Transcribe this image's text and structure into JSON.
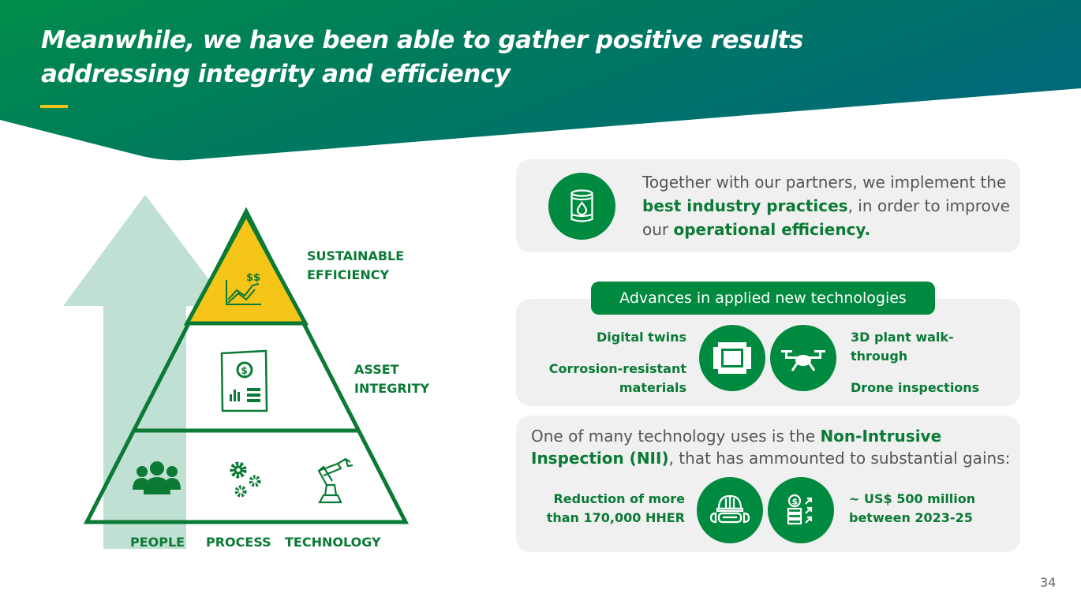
{
  "header": {
    "title": "Meanwhile, we have been able to gather positive results addressing integrity and efficiency"
  },
  "colors": {
    "brand_green": "#008a3f",
    "text_green": "#0a7a35",
    "teal": "#006e78",
    "accent_yellow": "#f5c518",
    "arrow_mint": "#bfe0d2",
    "card_gray": "#f0f0f0"
  },
  "pyramid": {
    "levels": [
      {
        "label_line1": "SUSTAINABLE",
        "label_line2": "EFFICIENCY",
        "icon": "growth-chart-dollar-icon"
      },
      {
        "label_line1": "ASSET",
        "label_line2": "INTEGRITY",
        "icon": "financial-report-icon"
      }
    ],
    "base": [
      {
        "label": "PEOPLE",
        "icon": "people-group-icon"
      },
      {
        "label": "PROCESS",
        "icon": "gears-icon"
      },
      {
        "label": "TECHNOLOGY",
        "icon": "robotic-arm-icon"
      }
    ]
  },
  "partners_card": {
    "icon": "oil-barrel-icon",
    "text_1": "Together with our partners, we implement the ",
    "highlight_1": "best industry practices",
    "text_2": ", in order to improve our ",
    "highlight_2": "operational efficiency."
  },
  "technologies_card": {
    "heading": "Advances in applied new technologies",
    "left_items": [
      "Digital twins",
      "Corrosion-resistant materials"
    ],
    "right_items": [
      "3D plant walk-through",
      "Drone inspections"
    ],
    "icons": [
      "digital-twin-chip-icon",
      "drone-icon"
    ]
  },
  "nii_card": {
    "text_1": "One of many technology uses is the ",
    "highlight": "Non-Intrusive Inspection (NII)",
    "text_2": ", that has ammounted to substantial gains:",
    "left_stat": "Reduction of more than 170,000 HHER",
    "right_stat": "~ US$ 500 million between 2023-25",
    "icons": [
      "safety-helmet-goggles-icon",
      "money-growth-icon"
    ]
  },
  "footer": {
    "page_number": "34"
  }
}
